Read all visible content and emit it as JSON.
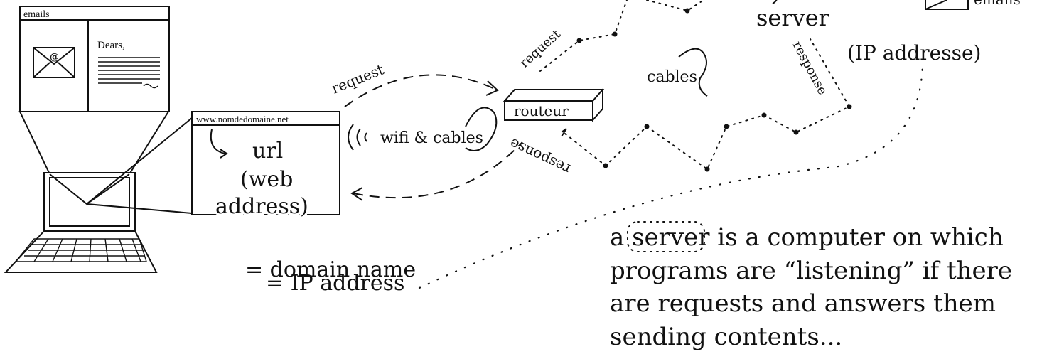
{
  "email_window": {
    "title": "emails",
    "greeting": "Dears,",
    "envelope_symbol": "@"
  },
  "browser_window": {
    "url_bar": "www.nomdedomaine.net",
    "line1": "url",
    "line2": "(web",
    "line3": "address)"
  },
  "browser_notes": {
    "line1": "= domain name",
    "line2": "= IP address"
  },
  "links": {
    "request_top": "request",
    "response_bottom": "response",
    "wifi_label": "wifi & cables",
    "request_router": "request",
    "response_server": "response",
    "cables_label": "cables"
  },
  "router": {
    "label": "routeur"
  },
  "server": {
    "label": "server",
    "ip": "(IP addresse)",
    "emails_label": "emails"
  },
  "definition": {
    "line1_prefix": "a ",
    "line1_highlight": "server",
    "line1_suffix": " is a computer on which",
    "line2": "programs are “listening” if there",
    "line3": "are requests and answers them",
    "line4": "sending contents..."
  },
  "colors": {
    "ink": "#111111",
    "paper": "#ffffff"
  }
}
